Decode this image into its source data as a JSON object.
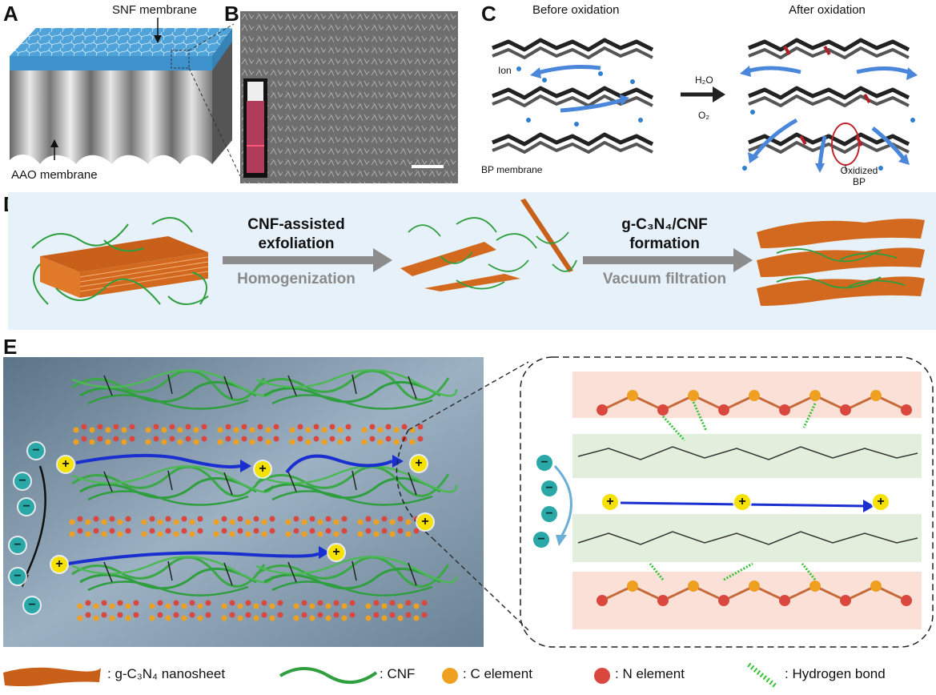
{
  "panels": {
    "a": {
      "letter": "A",
      "snf_label": "SNF membrane",
      "aao_label": "AAO membrane"
    },
    "b": {
      "letter": "B"
    },
    "c": {
      "letter": "C",
      "before": "Before oxidation",
      "after": "After oxidation",
      "ion": "Ion",
      "bp_membrane": "BP membrane",
      "reagent_top": "H₂O",
      "reagent_bottom": "O₂",
      "oxidized": "Oxidized",
      "oxidized_sub": "BP"
    },
    "d": {
      "letter": "D",
      "step1_title_line1": "CNF-assisted",
      "step1_title_line2": "exfoliation",
      "step1_method": "Homogenization",
      "step2_title_line1": "g-C₃N₄/CNF",
      "step2_title_line2": "formation",
      "step2_method": "Vacuum filtration"
    },
    "e": {
      "letter": "E"
    }
  },
  "ion_signs": {
    "plus": "+",
    "minus": "−"
  },
  "legend": [
    {
      "name": "g-c3n4-nanosheet",
      "label": ": g-C₃N₄ nanosheet"
    },
    {
      "name": "cnf",
      "label": ": CNF"
    },
    {
      "name": "c-element",
      "label": ": C element"
    },
    {
      "name": "n-element",
      "label": ": N element"
    },
    {
      "name": "hydrogen-bond",
      "label": ": Hydrogen bond"
    }
  ],
  "colors": {
    "sheet": "#d2691e",
    "cnf": "#2e9e3e",
    "c_atom": "#f0a020",
    "n_atom": "#d9473f",
    "arrow_blue": "#1a2fd0",
    "cation": "#f5e200",
    "anion": "#2aa8a8",
    "panel_d_bg": "#e6f1fa",
    "water_bg": "#7d93a8"
  }
}
